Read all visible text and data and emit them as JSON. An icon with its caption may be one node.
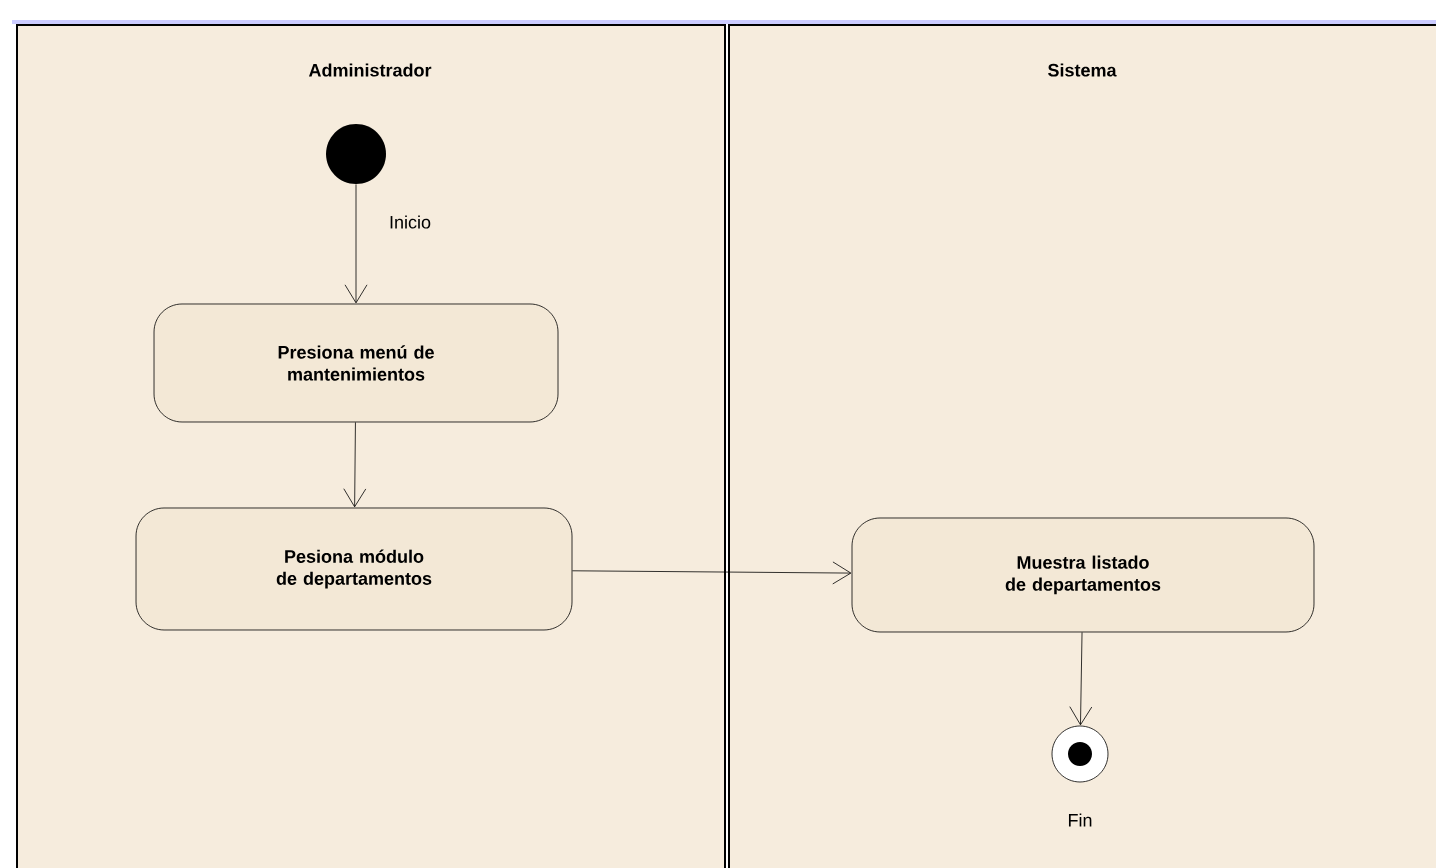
{
  "diagram": {
    "nodes": [
      {
        "text": [
          "Administrador"
        ]
      },
      {
        "text": [
          "Sistema"
        ]
      },
      {
        "text": [],
        "shape": "circle",
        "in": 0,
        "beside": [
          "Inicio"
        ]
      },
      {
        "text": [
          "Presiona menú de mantenimientos"
        ],
        "in": 0
      },
      {
        "text": [
          "Pesiona módulo de departamentos"
        ],
        "in": 0
      },
      {
        "text": [
          "Muestra listado de departamentos"
        ],
        "in": 1
      },
      {
        "text": [],
        "shape": "circle",
        "in": 1,
        "beside": [
          "Fin"
        ]
      }
    ],
    "edges": [
      {
        "from": 2,
        "to": 3,
        "arrow": "to"
      },
      {
        "from": 3,
        "to": 4,
        "arrow": "to"
      },
      {
        "from": 4,
        "to": 5,
        "arrow": "to"
      },
      {
        "from": 5,
        "to": 6,
        "arrow": "to"
      }
    ]
  }
}
